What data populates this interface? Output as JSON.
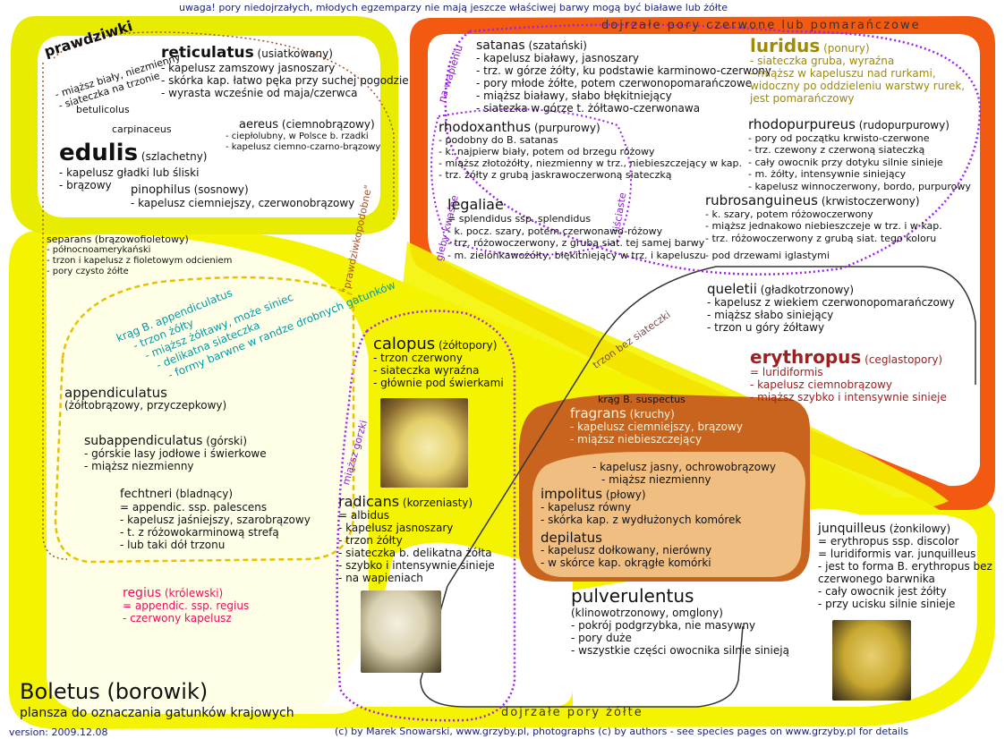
{
  "header_note": "uwaga! pory niedojrzałych, młodych egzemparzy nie mają jeszcze właściwej barwy mogą być białawe lub żółte",
  "region_labels": {
    "red_pores": "dojrzałe pory czerwone lub pomarańczowe",
    "yellow_pores": "dojrzałe pory żółte",
    "na_wapieniu": "na wapieniu",
    "prawdziwkopodobne": "\"prawdziwkopodobne\"",
    "glebsky_kwasne": "gleby kwaśne",
    "lisciaste": "liściaste",
    "trzon_bez_siateczki": "trzon bez siateczki",
    "miazsz_gorzki": "miąższ gorzki"
  },
  "prawdziwki": {
    "title": "prawdziwki",
    "lines": [
      "- miąższ biały, niezmienny",
      "- siateczka na trzonie"
    ]
  },
  "reticulatus": {
    "name": "reticulatus",
    "common": "(usiatkowany)",
    "lines": [
      "- kapelusz zamszowy jasnoszary",
      "- skórka kap. łatwo pęka przy suchej pogodzie",
      "- wyrasta wcześnie od maja/czerwca"
    ]
  },
  "betulicolus": "betulicolus",
  "carpinaceus": "carpinaceus",
  "aereus": {
    "name": "aereus",
    "common": "(ciemnobrązowy)",
    "lines": [
      "- ciepłolubny, w Polsce b. rzadki",
      "- kapelusz ciemno-czarno-brązowy"
    ]
  },
  "edulis": {
    "name": "edulis",
    "common": "(szlachetny)",
    "lines": [
      "- kapelusz gładki lub śliski",
      "- brązowy"
    ]
  },
  "pinophilus": {
    "name": "pinophilus",
    "common": "(sosnowy)",
    "lines": [
      "- kapelusz ciemniejszy, czerwonobrązowy"
    ]
  },
  "separans": {
    "name": "separans",
    "common": "(brązowofioletowy)",
    "lines": [
      "- północnoamerykański",
      "- trzon i kapelusz z fioletowym odcieniem",
      "- pory czysto żółte"
    ]
  },
  "appendiculatus_group": {
    "lines": [
      "krąg B. appendiculatus",
      "- trzon żółty",
      "- miąższ żółtawy, może siniec",
      "- delikatna siateczka",
      "- formy barwne w randze drobnych gatunków"
    ]
  },
  "appendiculatus": {
    "name": "appendiculatus",
    "common": "(żółtobrązowy, przyczepkowy)"
  },
  "subappendiculatus": {
    "name": "subappendiculatus",
    "common": "(górski)",
    "lines": [
      "- górskie lasy jodłowe i świerkowe",
      "- miąższ niezmienny"
    ]
  },
  "fechtneri": {
    "name": "fechtneri",
    "common": "(bladnący)",
    "lines": [
      "= appendic. ssp. palescens",
      "- kapelusz jaśniejszy, szarobrązowy",
      "- t. z różowokarminową strefą",
      "- lub taki dół trzonu"
    ]
  },
  "regius": {
    "name": "regius",
    "common": "(królewski)",
    "lines": [
      "= appendic. ssp. regius",
      "- czerwony kapelusz"
    ]
  },
  "calopus": {
    "name": "calopus",
    "common": "(żółtopory)",
    "lines": [
      "- trzon czerwony",
      "- siateczka wyraźna",
      "- głównie pod świerkami"
    ]
  },
  "radicans": {
    "name": "radicans",
    "common": "(korzeniasty)",
    "lines": [
      "= albidus",
      "- kapelusz jasnoszary",
      "- trzon żółty",
      "- siateczka b. delikatna żółta",
      "- szybko i intensywnie sinieje",
      "- na wapieniach"
    ]
  },
  "satanas": {
    "name": "satanas",
    "common": "(szatański)",
    "lines": [
      "- kapelusz białawy, jasnoszary",
      "- trz. w górze żółty, ku podstawie karminowo-czerwony",
      "- pory młode żółte, potem czerwonopomarańczowe",
      "- miąższ białawy, słabo błękitniejący",
      "- siatezka w górze t. żółtawo-czerwonawa"
    ]
  },
  "luridus": {
    "name": "luridus",
    "common": "(ponury)",
    "lines": [
      "- siateczka gruba, wyraźna",
      "- miąższ w kapeluszu nad rurkami,",
      "  widoczny po oddzieleniu warstwy rurek,",
      "  jest pomarańczowy"
    ]
  },
  "rhodoxanthus": {
    "name": "rhodoxanthus",
    "common": "(purpurowy)",
    "lines": [
      "- podobny do B. satanas",
      "- k. najpierw biały, potem od brzegu różowy",
      "- miąższ złotożółty, niezmienny w trz., niebieszczejący w kap.",
      "- trz. żółty z grubą jaskrawoczerwoną siateczką"
    ]
  },
  "rhodopurpureus": {
    "name": "rhodopurpureus",
    "common": "(rudopurpurowy)",
    "lines": [
      "- pory od początku krwisto-czerwone",
      "- trz. czewony z czerwoną siateczką",
      "- cały owocnik przy dotyku silnie sinieje",
      "- m. żółty, intensywnie siniejący",
      "- kapelusz winnoczerwony, bordo, purpurowy"
    ]
  },
  "legaliae": {
    "name": "legaliae",
    "lines": [
      "= splendidus ssp. splendidus",
      "- k. pocz. szary, potem czerwonawo-różowy",
      "- trz. różowoczerwony, z grubą siat. tej samej barwy",
      "- m. zielonkawożółty, błękitniejący w trz. i kapeluszu"
    ]
  },
  "rubrosanguineus": {
    "name": "rubrosanguineus",
    "common": "(krwistoczerwony)",
    "lines": [
      "- k. szary, potem różowoczerwony",
      "- miąższ jednakowo niebieszczeje w trz. i w kap.",
      "- trz. różowoczerwony z grubą siat. tego koloru",
      "",
      "- pod drzewami iglastymi"
    ]
  },
  "queletii": {
    "name": "queletii",
    "common": "(gładkotrzonowy)",
    "lines": [
      "- kapelusz z wiekiem czerwonopomarańczowy",
      "- miąższ słabo siniejący",
      "- trzon u góry żółtawy"
    ]
  },
  "erythropus": {
    "name": "erythropus",
    "common": "(ceglastopory)",
    "lines": [
      "= luridiformis",
      "- kapelusz ciemnobrązowy",
      "- miąższ szybko i intensywnie sinieje"
    ]
  },
  "suspectus_group": "krąg B. suspectus",
  "fragrans": {
    "name": "fragrans",
    "common": "(kruchy)",
    "lines": [
      "- kapelusz ciemniejszy, brązowy",
      "- miąższ niebieszczejący"
    ]
  },
  "impolitus_group": {
    "lines": [
      "- kapelusz jasny, ochrowobrązowy",
      "- miąższ niezmienny"
    ]
  },
  "impolitus": {
    "name": "impolitus",
    "common": "(płowy)",
    "lines": [
      "- kapelusz równy",
      "- skórka kap. z wydłużonych komórek"
    ]
  },
  "depilatus": {
    "name": "depilatus",
    "lines": [
      "- kapelusz dołkowany, nierówny",
      "- w skórce kap. okrągłe komórki"
    ]
  },
  "junquilleus": {
    "name": "junquilleus",
    "common": "(żonkilowy)",
    "lines": [
      "= erythropus ssp. discolor",
      "= luridiformis var. junquilleus",
      "- jest to forma B. erythropus bez",
      "  czerwonego barwnika",
      "- cały owocnik jest żółty",
      "- przy ucisku silnie sinieje"
    ]
  },
  "pulverulentus": {
    "name": "pulverulentus",
    "common": "(klinowotrzonowy, omglony)",
    "lines": [
      "- pokrój podgrzybka, nie masywny",
      "- pory duże",
      "- wszystkie części owocnika silnie sinieją"
    ]
  },
  "footer": {
    "title": "Boletus (borowik)",
    "subtitle": "plansza do oznaczania gatunków krajowych",
    "version": "version: 2009.12.08",
    "credits": "(c) by Marek Snowarski, www.grzyby.pl, photographs (c) by authors - see species pages on www.grzyby.pl for details"
  },
  "colors": {
    "yellow": "#f2f200",
    "orange_red": "#f25a12",
    "purple_dotted": "#a020f0",
    "brown_dotted": "#a0522d",
    "cyan_text": "#0099a8",
    "olive_text": "#a08a00",
    "dark_red_text": "#a02020",
    "pink_red_text": "#e81060",
    "navy_text": "#1a237e"
  }
}
